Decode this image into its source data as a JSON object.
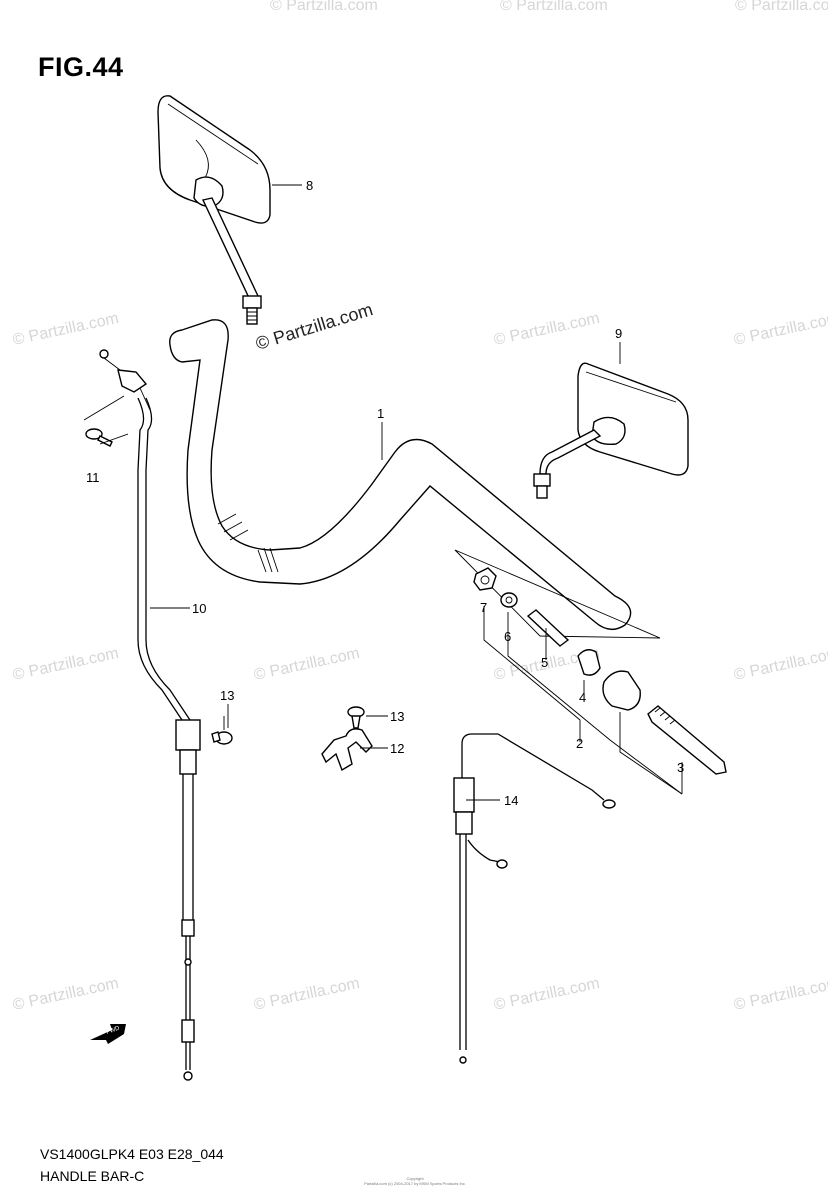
{
  "figure": {
    "title": "FIG.44",
    "model_code": "VS1400GLPK4 E03 E28_044",
    "name": "HANDLE BAR-C",
    "copyright_line1": "Copyright",
    "copyright_line2": "Partzilla.com (c) 2004-2017 by MSM Sports Products Inc."
  },
  "watermark": {
    "main": "© Partzilla.com",
    "repeat": "© Partzilla.com"
  },
  "fwd_label": "FWD",
  "callouts": [
    "1",
    "2",
    "3",
    "4",
    "5",
    "6",
    "7",
    "8",
    "9",
    "10",
    "11",
    "12",
    "13",
    "13",
    "14"
  ],
  "colors": {
    "line": "#000000",
    "watermark": "#d6d6d6",
    "background": "#ffffff"
  }
}
